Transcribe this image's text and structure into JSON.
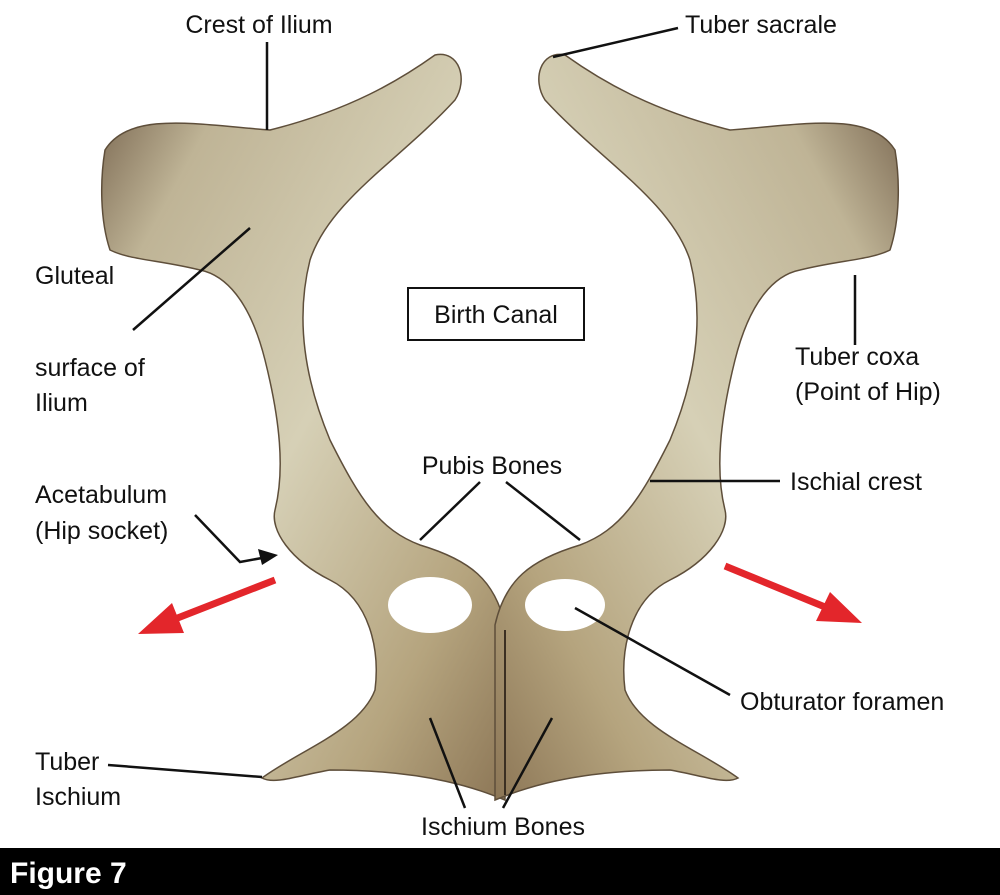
{
  "labels": {
    "crest_of_ilium": "Crest of Ilium",
    "tuber_sacrale": "Tuber sacrale",
    "gluteal_surface": [
      "Gluteal",
      "surface of",
      "Ilium"
    ],
    "birth_canal": "Birth Canal",
    "tuber_coxa": [
      "Tuber coxa",
      "(Point of Hip)"
    ],
    "pubis_bones": "Pubis Bones",
    "ischial_crest": "Ischial crest",
    "acetabulum": [
      "Acetabulum",
      "(Hip socket)"
    ],
    "obturator_foramen": "Obturator foramen",
    "tuber_ischium": [
      "Tuber",
      "Ischium"
    ],
    "ischium_bones": "Ischium Bones"
  },
  "caption": "Figure 7",
  "colors": {
    "bone": "#cfc6a6",
    "bone_dark": "#6e5a45",
    "arrow": "#e3262b",
    "caption_bar": "#000000"
  }
}
